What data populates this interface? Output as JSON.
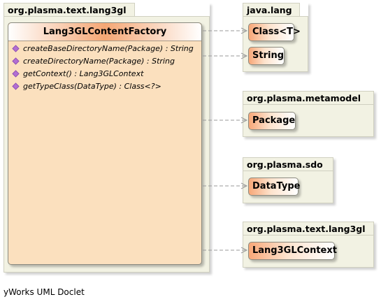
{
  "packages": {
    "main": "org.plasma.text.lang3gl",
    "java_lang": "java.lang",
    "metamodel": "org.plasma.metamodel",
    "sdo": "org.plasma.sdo",
    "lang3gl": "org.plasma.text.lang3gl"
  },
  "main_class": {
    "name": "Lang3GLContentFactory",
    "methods": [
      "createBaseDirectoryName(Package) : String",
      "createDirectoryName(Package) : String",
      "getContext() : Lang3GLContext",
      "getTypeClass(DataType) : Class<?>"
    ]
  },
  "classes": {
    "class_t": "Class<T>",
    "string": "String",
    "package": "Package",
    "datatype": "DataType",
    "context": "Lang3GLContext"
  },
  "footer": "yWorks UML Doclet",
  "colors": {
    "package_fill": "#f2f2e3",
    "class_fill": "#fbe0be",
    "header_accent": "#f5a774",
    "method_icon": "#b26ed2",
    "dependency_line": "#9a9a9a"
  }
}
